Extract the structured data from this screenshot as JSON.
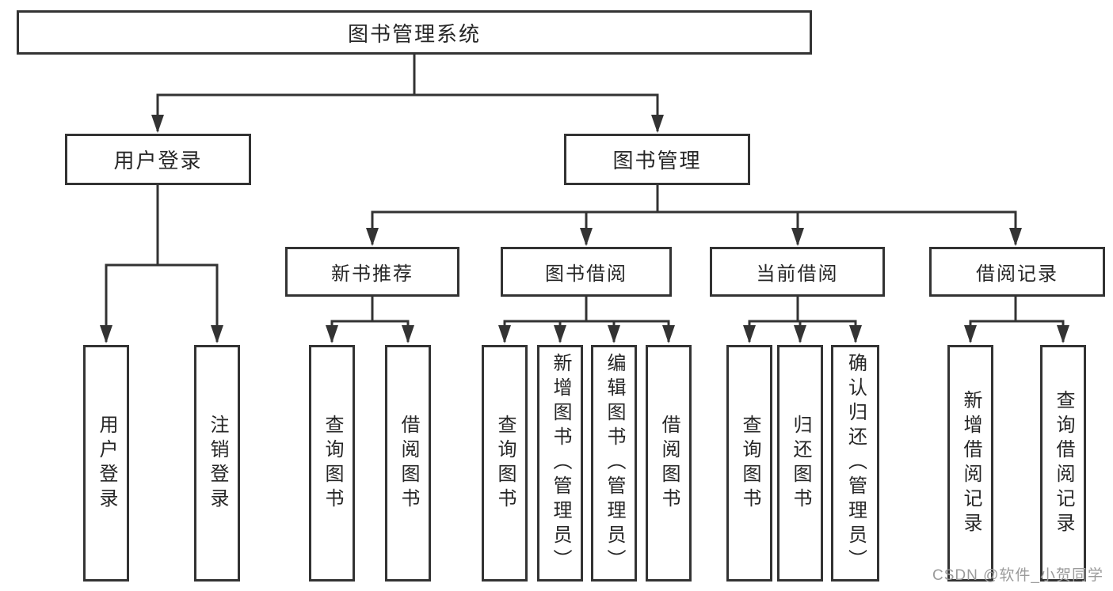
{
  "diagram_type": "hierarchy-tree",
  "tree": {
    "label": "图书管理系统",
    "children": [
      {
        "label": "用户登录",
        "children": [
          {
            "label": "用户登录"
          },
          {
            "label": "注销登录"
          }
        ]
      },
      {
        "label": "图书管理",
        "children": [
          {
            "label": "新书推荐",
            "children": [
              {
                "label": "查询图书"
              },
              {
                "label": "借阅图书"
              }
            ]
          },
          {
            "label": "图书借阅",
            "children": [
              {
                "label": "查询图书"
              },
              {
                "label": "新增图书（管理员）"
              },
              {
                "label": "编辑图书（管理员）"
              },
              {
                "label": "借阅图书"
              }
            ]
          },
          {
            "label": "当前借阅",
            "children": [
              {
                "label": "查询图书"
              },
              {
                "label": "归还图书"
              },
              {
                "label": "确认归还（管理员）"
              }
            ]
          },
          {
            "label": "借阅记录",
            "children": [
              {
                "label": "新增借阅记录"
              },
              {
                "label": "查询借阅记录"
              }
            ]
          }
        ]
      }
    ]
  },
  "watermark": {
    "text": "CSDN @软件_小贺同学",
    "color": "#9b9b9b"
  },
  "colors": {
    "line": "#333333",
    "box_border": "#333333",
    "text": "#262626",
    "background": "#ffffff"
  }
}
